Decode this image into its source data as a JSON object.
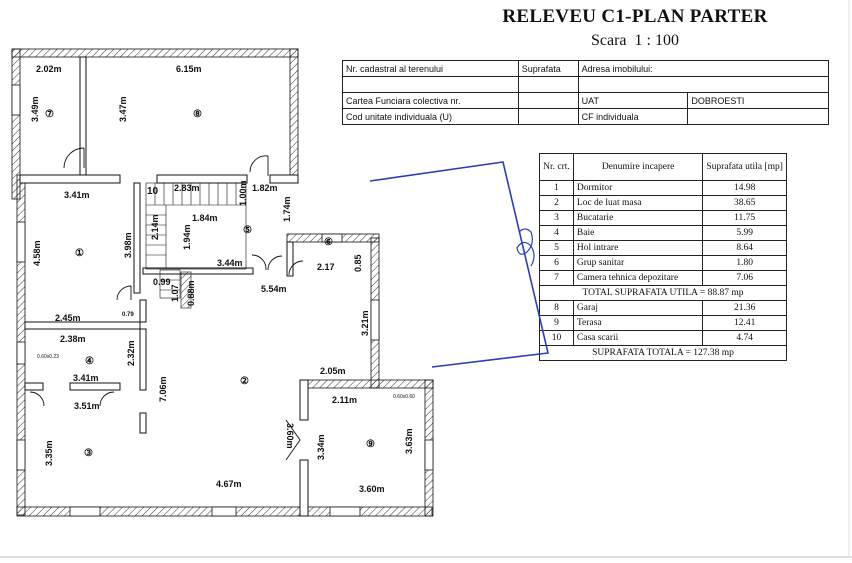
{
  "header": {
    "title": "RELEVEU C1-PLAN PARTER",
    "scale_label": "Scara",
    "scale_value": "1 : 100"
  },
  "info_table": {
    "cadastral_label": "Nr. cadastral al terenului",
    "surface_label": "Suprafata",
    "address_label": "Adresa imobilului:",
    "land_book_label": "Cartea Funciara colectiva nr.",
    "uat_label": "UAT",
    "uat_value": "DOBROESTI",
    "unit_code_label": "Cod unitate individuala (U)",
    "cf_label": "CF individuala"
  },
  "rooms_table": {
    "headers": {
      "nr": "Nr. crt.",
      "name": "Denumire incapere",
      "area": "Suprafata utila [mp]"
    },
    "rows": [
      {
        "nr": "1",
        "name": "Dormitor",
        "area": "14.98"
      },
      {
        "nr": "2",
        "name": "Loc de luat masa",
        "area": "38.65"
      },
      {
        "nr": "3",
        "name": "Bucatarie",
        "area": "11.75"
      },
      {
        "nr": "4",
        "name": "Baie",
        "area": "5.99"
      },
      {
        "nr": "5",
        "name": "Hol intrare",
        "area": "8.64"
      },
      {
        "nr": "6",
        "name": "Grup sanitar",
        "area": "1.80"
      },
      {
        "nr": "7",
        "name": "Camera tehnica depozitare",
        "area": "7.06"
      }
    ],
    "useful_total": "TOTAL SUPRAFATA UTILA = 88.87 mp",
    "extra_rows": [
      {
        "nr": "8",
        "name": "Garaj",
        "area": "21.36"
      },
      {
        "nr": "9",
        "name": "Terasa",
        "area": "12.41"
      },
      {
        "nr": "10",
        "name": "Casa scarii",
        "area": "4.74"
      }
    ],
    "grand_total": "SUPRAFATA TOTALA = 127.38 mp"
  },
  "plan": {
    "room_numbers": [
      "①",
      "②",
      "③",
      "④",
      "⑤",
      "⑥",
      "⑦",
      "⑧",
      "⑨",
      "10"
    ],
    "dimensions": {
      "d_2_02": "2.02m",
      "d_6_15": "6.15m",
      "d_3_49": "3.49m",
      "d_3_47": "3.47m",
      "d_3_41a": "3.41m",
      "d_2_83": "2.83m",
      "d_1_82": "1.82m",
      "d_1_00": "1.00m",
      "d_1_74": "1.74m",
      "d_1_84": "1.84m",
      "d_4_58": "4.58m",
      "d_3_98": "3.98m",
      "d_2_14": "2.14m",
      "d_1_94": "1.94m",
      "d_3_44": "3.44m",
      "d_2_17": "2.17",
      "d_0_85": "0.85",
      "d_0_99": "0.99",
      "d_1_07": "1.07",
      "d_0_88": "0.88m",
      "d_5_54": "5.54m",
      "d_2_45": "2.45m",
      "d_0_79": "0.79",
      "d_3_21": "3.21m",
      "d_2_38": "2.38m",
      "d_2_32": "2.32m",
      "d_3_41b": "3.41m",
      "d_2_05": "2.05m",
      "d_7_06": "7.06m",
      "d_3_51": "3.51m",
      "d_2_11": "2.11m",
      "d_3_35": "3.35m",
      "d_3_60v": "3.60m",
      "d_3_34": "3.34m",
      "d_3_63": "3.63m",
      "d_4_67": "4.67m",
      "d_3_60": "3.60m"
    },
    "small_notes": {
      "n1": "0.60x0.23",
      "n2": "0.60x0.60"
    }
  }
}
